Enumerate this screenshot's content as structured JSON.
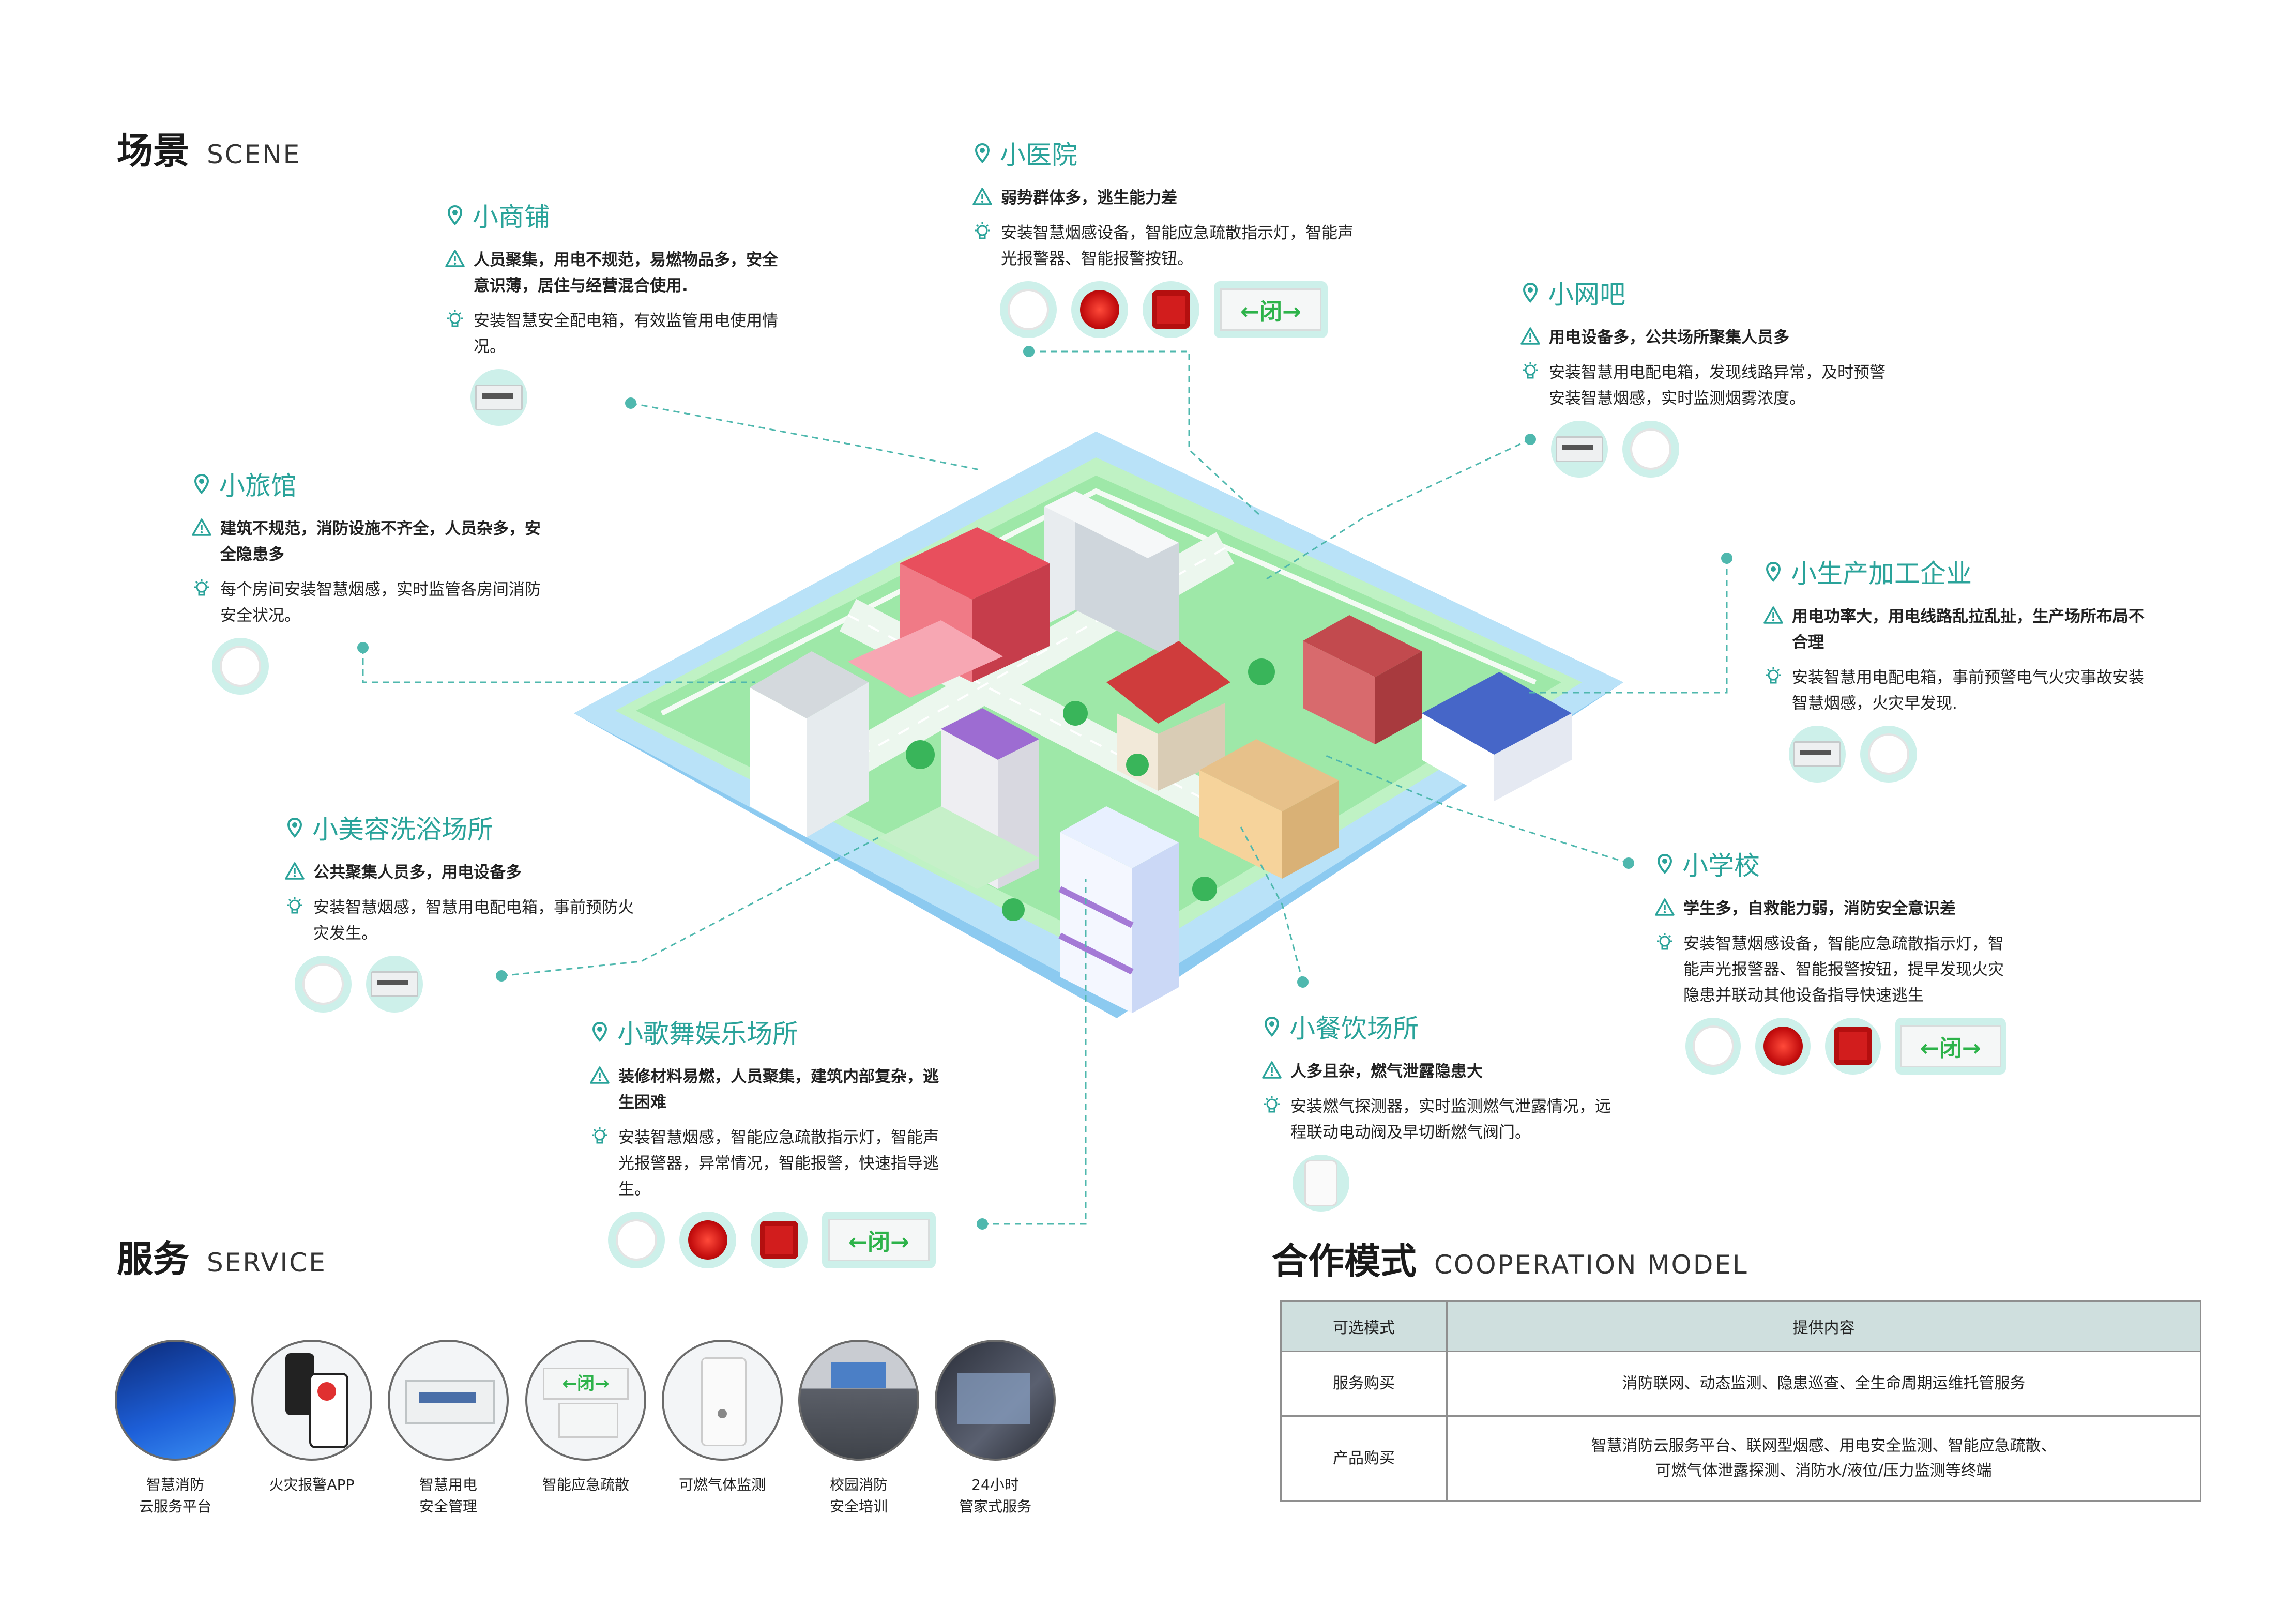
{
  "scene": {
    "cn": "场景",
    "en": "SCENE"
  },
  "service": {
    "cn": "服务",
    "en": "SERVICE"
  },
  "coop": {
    "cn": "合作模式",
    "en": "COOPERATION MODEL"
  },
  "exit_sign_text": "←闭→",
  "colors": {
    "accent": "#2aa39a",
    "map_green": "#9eeaa6",
    "water_blue": "#a9d8f5",
    "device_bg": "#cdf0ea"
  },
  "cards": {
    "shop": {
      "title": "小商铺",
      "warn": "人员聚集，用电不规范，易燃物品多，安全意识薄，居住与经营混合使用.",
      "tip": "安装智慧安全配电箱，有效监管用电使用情况。",
      "devices": [
        "distribution-box"
      ]
    },
    "hospital": {
      "title": "小医院",
      "warn": "弱势群体多，逃生能力差",
      "tip": "安装智慧烟感设备，智能应急疏散指示灯，智能声光报警器、智能报警按钮。",
      "devices": [
        "smoke-detector",
        "sound-light-alarm",
        "alarm-button",
        "exit-sign"
      ]
    },
    "netcafe": {
      "title": "小网吧",
      "warn": "用电设备多，公共场所聚集人员多",
      "tip": "安装智慧用电配电箱，发现线路异常，及时预警安装智慧烟感，实时监测烟雾浓度。",
      "devices": [
        "distribution-box",
        "smoke-detector"
      ]
    },
    "hotel": {
      "title": "小旅馆",
      "warn": "建筑不规范，消防设施不齐全，人员杂多，安全隐患多",
      "tip": "每个房间安装智慧烟感，实时监管各房间消防安全状况。",
      "devices": [
        "smoke-detector"
      ]
    },
    "factory": {
      "title": "小生产加工企业",
      "warn": "用电功率大，用电线路乱拉乱扯，生产场所布局不合理",
      "tip": "安装智慧用电配电箱，事前预警电气火灾事故安装智慧烟感，火灾早发现.",
      "devices": [
        "distribution-box",
        "smoke-detector"
      ]
    },
    "beauty": {
      "title": "小美容洗浴场所",
      "warn": "公共聚集人员多，用电设备多",
      "tip": "安装智慧烟感，智慧用电配电箱，事前预防火灾发生。",
      "devices": [
        "smoke-detector",
        "distribution-box"
      ]
    },
    "school": {
      "title": "小学校",
      "warn": "学生多，自救能力弱，消防安全意识差",
      "tip": "安装智慧烟感设备，智能应急疏散指示灯，智能声光报警器、智能报警按钮，提早发现火灾隐患并联动其他设备指导快速逃生",
      "devices": [
        "smoke-detector",
        "sound-light-alarm",
        "alarm-button",
        "exit-sign"
      ]
    },
    "ktv": {
      "title": "小歌舞娱乐场所",
      "warn": "装修材料易燃，人员聚集，建筑内部复杂，逃生困难",
      "tip": "安装智慧烟感，智能应急疏散指示灯，智能声光报警器，异常情况，智能报警，快速指导逃生。",
      "devices": [
        "smoke-detector",
        "sound-light-alarm",
        "alarm-button",
        "exit-sign"
      ]
    },
    "restaurant": {
      "title": "小餐饮场所",
      "warn": "人多且杂，燃气泄露隐患大",
      "tip": "安装燃气探测器，实时监测燃气泄露情况，远程联动电动阀及早切断燃气阀门。",
      "devices": [
        "gas-detector"
      ]
    }
  },
  "services": [
    {
      "label": "智慧消防\n云服务平台",
      "icon": "cloud-platform-icon"
    },
    {
      "label": "火灾报警APP",
      "icon": "phone-app-icon"
    },
    {
      "label": "智慧用电\n安全管理",
      "icon": "distribution-box-icon"
    },
    {
      "label": "智能应急疏散",
      "icon": "exit-sign-icon"
    },
    {
      "label": "可燃气体监测",
      "icon": "gas-detector-icon"
    },
    {
      "label": "校园消防\n安全培训",
      "icon": "training-icon"
    },
    {
      "label": "24小时\n管家式服务",
      "icon": "service-icon"
    }
  ],
  "table": {
    "headers": [
      "可选模式",
      "提供内容"
    ],
    "rows": [
      [
        "服务购买",
        "消防联网、动态监测、隐患巡查、全生命周期运维托管服务"
      ],
      [
        "产品购买",
        "智慧消防云服务平台、联网型烟感、用电安全监测、智能应急疏散、\n可燃气体泄露探测、消防水/液位/压力监测等终端"
      ]
    ]
  }
}
